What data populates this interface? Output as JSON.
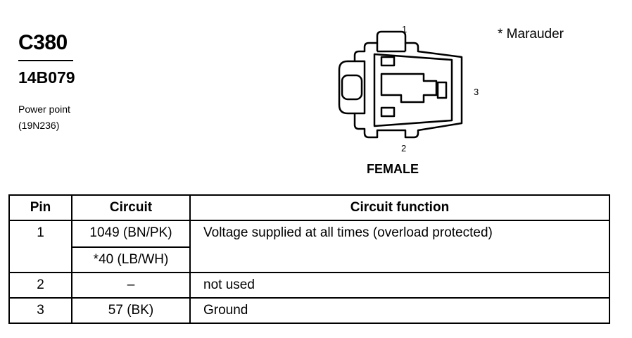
{
  "header": {
    "connector_id": "C380",
    "part_number": "14B079",
    "description_line1": "Power point",
    "description_line2": "(19N236)"
  },
  "diagram": {
    "footnote": "* Marauder",
    "pin_labels": [
      "1",
      "2",
      "3"
    ],
    "gender_label": "FEMALE"
  },
  "table": {
    "headers": {
      "pin": "Pin",
      "circuit": "Circuit",
      "function": "Circuit function"
    },
    "rows": [
      {
        "pin": "1",
        "circuits": [
          "1049 (BN/PK)",
          "*40 (LB/WH)"
        ],
        "function": "Voltage supplied at all times (overload protected)"
      },
      {
        "pin": "2",
        "circuits": [
          "–"
        ],
        "function": "not used"
      },
      {
        "pin": "3",
        "circuits": [
          "57 (BK)"
        ],
        "function": "Ground"
      }
    ]
  }
}
